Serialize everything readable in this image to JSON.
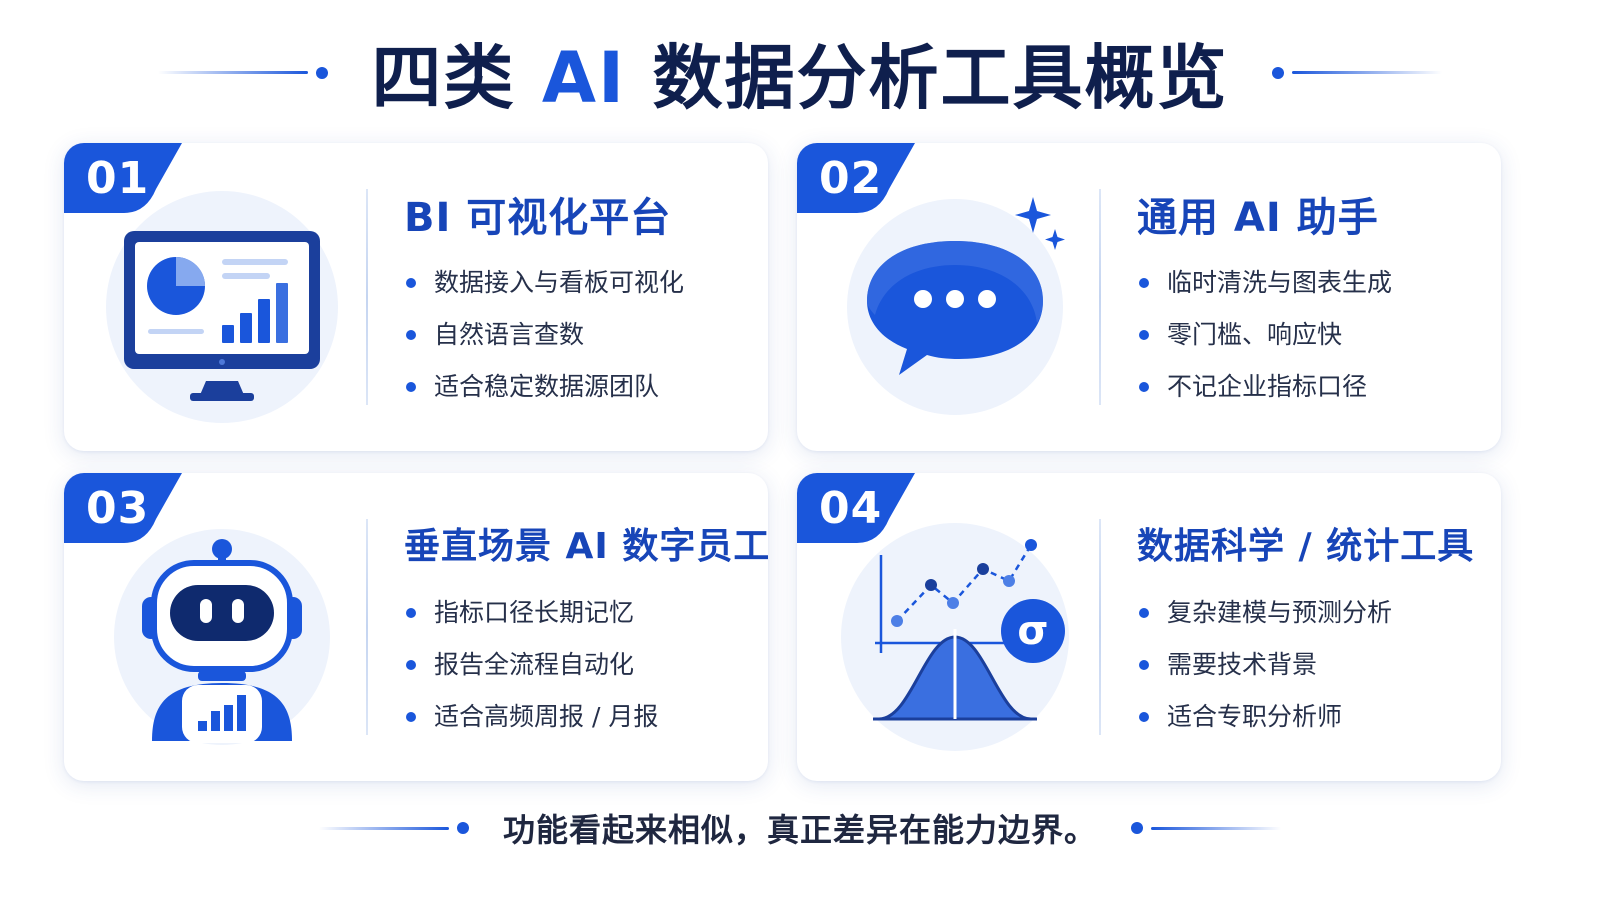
{
  "header": {
    "title_prefix": "四类 ",
    "title_ai": "AI",
    "title_suffix": " 数据分析工具概览"
  },
  "cards": [
    {
      "number": "01",
      "title": "BI 可视化平台",
      "bullets": [
        "数据接入与看板可视化",
        "自然语言查数",
        "适合稳定数据源团队"
      ],
      "icon": "monitor-dashboard-icon"
    },
    {
      "number": "02",
      "title": "通用 AI 助手",
      "bullets": [
        "临时清洗与图表生成",
        "零门槛、响应快",
        "不记企业指标口径"
      ],
      "icon": "chat-bubble-icon"
    },
    {
      "number": "03",
      "title": "垂直场景 AI 数字员工",
      "bullets": [
        "指标口径长期记忆",
        "报告全流程自动化",
        "适合高频周报 / 月报"
      ],
      "icon": "robot-icon"
    },
    {
      "number": "04",
      "title": "数据科学 / 统计工具",
      "bullets": [
        "复杂建模与预测分析",
        "需要技术背景",
        "适合专职分析师"
      ],
      "icon": "statistics-chart-icon"
    }
  ],
  "footer": {
    "text": "功能看起来相似，真正差异在能力边界。"
  },
  "colors": {
    "primary": "#1a56db",
    "title_dark": "#0f1f4d",
    "card_title": "#1745b8",
    "body_text": "#26304a"
  }
}
